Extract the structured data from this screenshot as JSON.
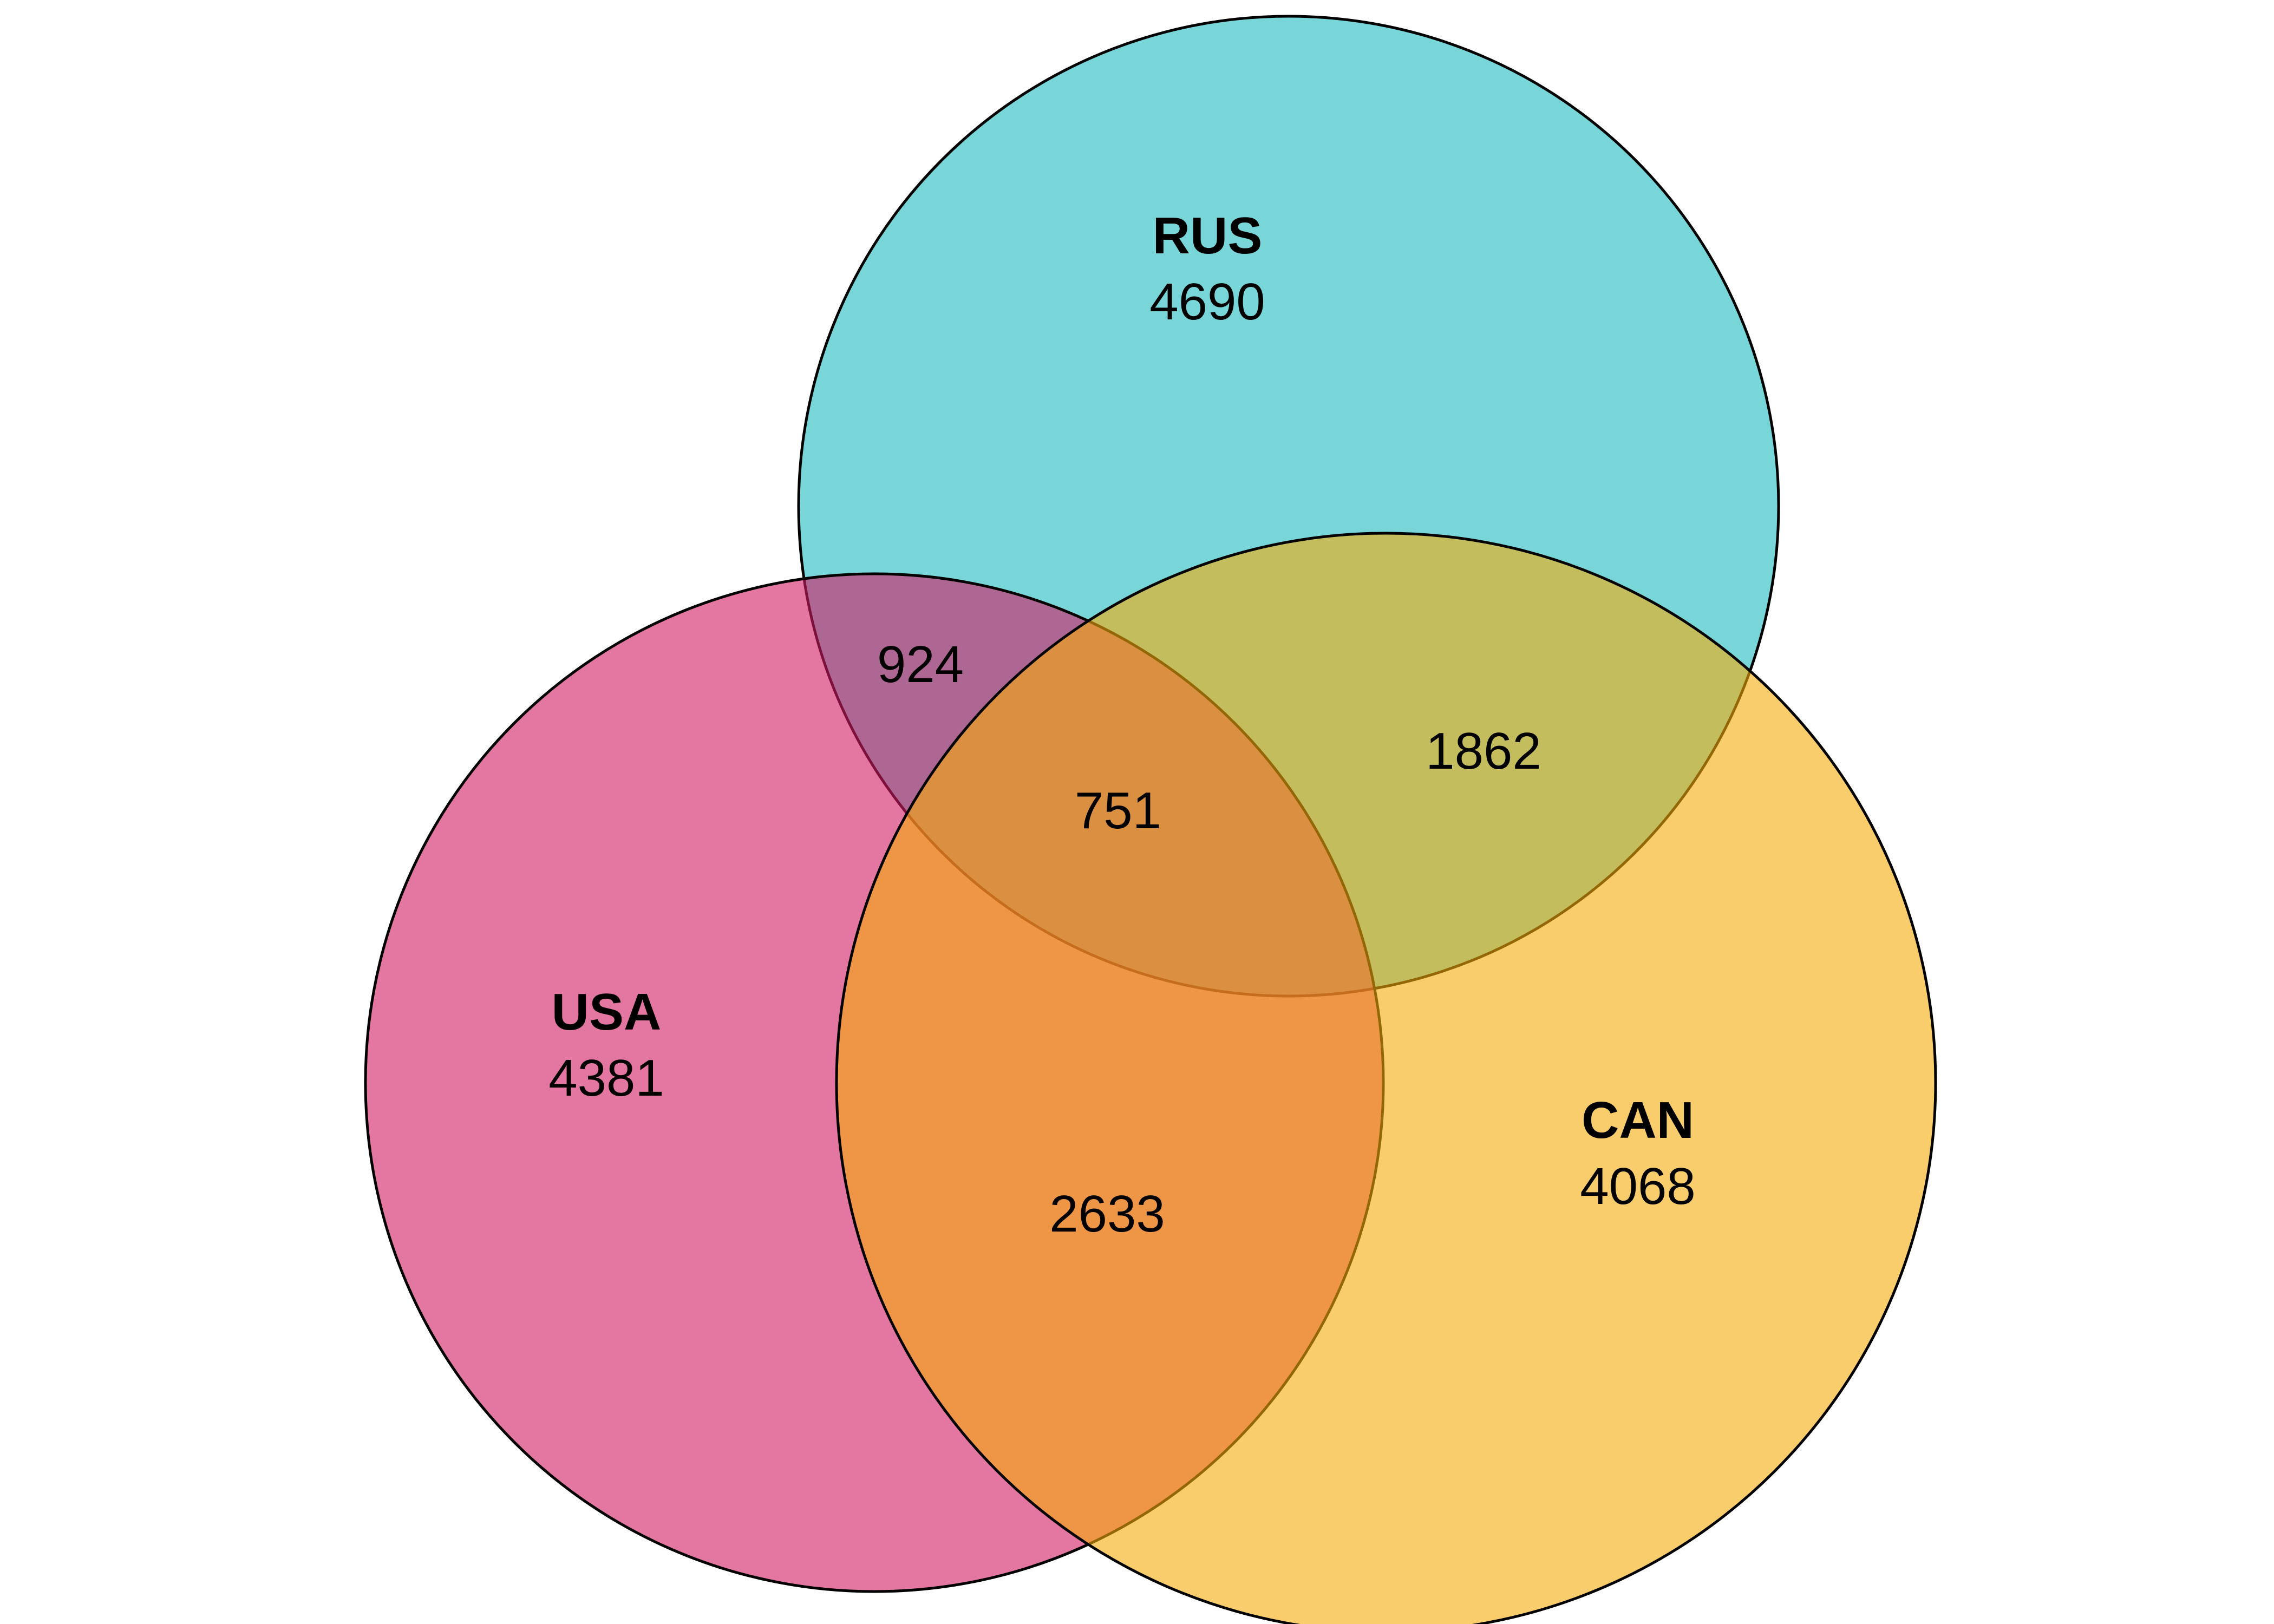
{
  "sets": [
    {
      "id": "rus",
      "name": "RUS",
      "only": "4690",
      "color": "#1ebbc0"
    },
    {
      "id": "usa",
      "name": "USA",
      "only": "4381",
      "color": "#d21c63"
    },
    {
      "id": "can",
      "name": "CAN",
      "only": "4068",
      "color": "#f6ab0a"
    }
  ],
  "intersections": {
    "usa_rus": "924",
    "rus_can": "1862",
    "usa_can": "2633",
    "all": "751"
  }
}
